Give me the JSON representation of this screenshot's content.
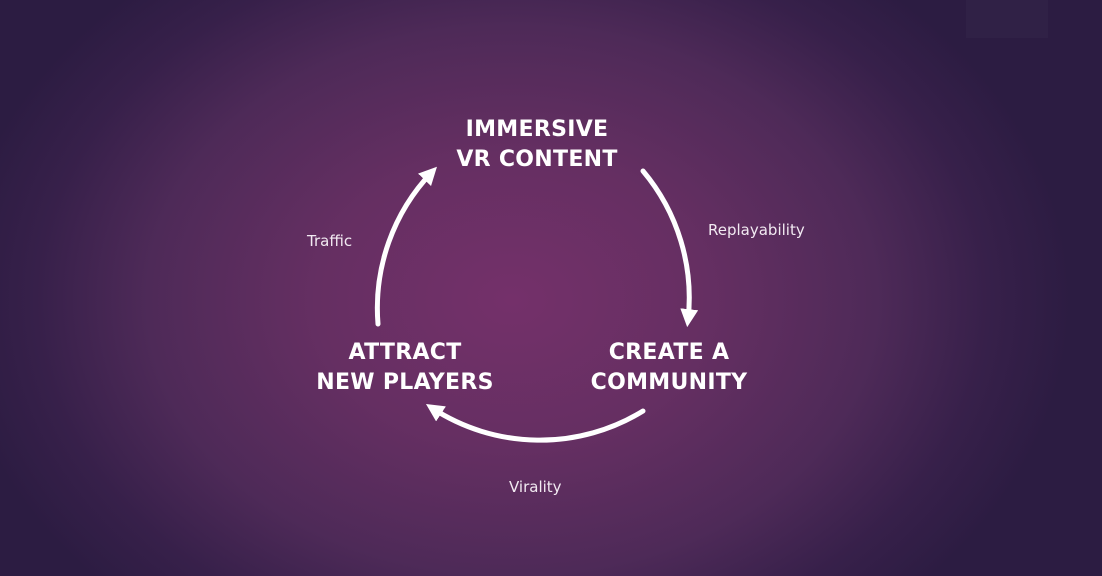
{
  "diagram": {
    "nodes": {
      "top": {
        "line1": "IMMERSIVE",
        "line2": "VR CONTENT"
      },
      "right": {
        "line1": "CREATE A",
        "line2": "COMMUNITY"
      },
      "left": {
        "line1": "ATTRACT",
        "line2": "NEW PLAYERS"
      }
    },
    "edges": {
      "top_to_right": "Replayability",
      "right_to_left": "Virality",
      "left_to_top": "Traffic"
    },
    "colors": {
      "arrow": "#ffffff",
      "text": "#ffffff"
    }
  }
}
